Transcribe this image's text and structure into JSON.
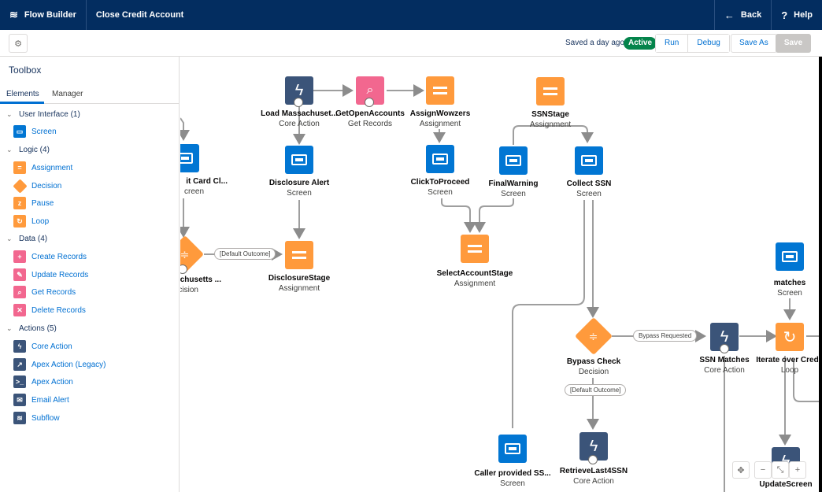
{
  "header": {
    "app_name": "Flow Builder",
    "flow_title": "Close Credit Account",
    "back_label": "Back",
    "help_label": "Help"
  },
  "toolbar": {
    "saved_text": "Saved a day ago",
    "status_badge": "Active",
    "run_label": "Run",
    "debug_label": "Debug",
    "save_as_label": "Save As",
    "save_label": "Save"
  },
  "toolbox": {
    "title": "Toolbox",
    "tabs": [
      "Elements",
      "Manager"
    ],
    "categories": [
      {
        "label": "User Interface (1)",
        "items": [
          {
            "label": "Screen",
            "icon": "screen-icon",
            "color": "#0176d3"
          }
        ]
      },
      {
        "label": "Logic (4)",
        "items": [
          {
            "label": "Assignment",
            "icon": "assignment-icon",
            "color": "#ff9a3c"
          },
          {
            "label": "Decision",
            "icon": "decision-icon",
            "color": "#ff9a3c"
          },
          {
            "label": "Pause",
            "icon": "pause-icon",
            "color": "#ff9a3c"
          },
          {
            "label": "Loop",
            "icon": "loop-icon",
            "color": "#ff9a3c"
          }
        ]
      },
      {
        "label": "Data (4)",
        "items": [
          {
            "label": "Create Records",
            "icon": "create-records-icon",
            "color": "#f2678f"
          },
          {
            "label": "Update Records",
            "icon": "update-records-icon",
            "color": "#f2678f"
          },
          {
            "label": "Get Records",
            "icon": "get-records-icon",
            "color": "#f2678f"
          },
          {
            "label": "Delete Records",
            "icon": "delete-records-icon",
            "color": "#f2678f"
          }
        ]
      },
      {
        "label": "Actions (5)",
        "items": [
          {
            "label": "Core Action",
            "icon": "core-action-icon",
            "color": "#3b5479"
          },
          {
            "label": "Apex Action (Legacy)",
            "icon": "apex-legacy-icon",
            "color": "#3b5479"
          },
          {
            "label": "Apex Action",
            "icon": "apex-action-icon",
            "color": "#3b5479"
          },
          {
            "label": "Email Alert",
            "icon": "email-alert-icon",
            "color": "#3b5479"
          },
          {
            "label": "Subflow",
            "icon": "subflow-icon",
            "color": "#3b5479"
          }
        ]
      }
    ]
  },
  "canvas": {
    "nodes": {
      "load_mass": {
        "name": "Load Massachuset...",
        "type": "Core Action"
      },
      "get_open": {
        "name": "GetOpenAccounts",
        "type": "Get Records"
      },
      "assign_wowzers": {
        "name": "AssignWowzers",
        "type": "Assignment"
      },
      "ssn_stage": {
        "name": "SSNStage",
        "type": "Assignment"
      },
      "credit_card": {
        "name": "it Card Cl...",
        "type": "creen"
      },
      "disclosure_alert": {
        "name": "Disclosure Alert",
        "type": "Screen"
      },
      "click_proceed": {
        "name": "ClickToProceed",
        "type": "Screen"
      },
      "final_warning": {
        "name": "FinalWarning",
        "type": "Screen"
      },
      "collect_ssn": {
        "name": "Collect SSN",
        "type": "Screen"
      },
      "mass_decision": {
        "name": "achusetts ...",
        "type": "cision"
      },
      "disclosure_stage": {
        "name": "DisclosureStage",
        "type": "Assignment"
      },
      "select_account_stage": {
        "name": "SelectAccountStage",
        "type": "Assignment"
      },
      "matches": {
        "name": "matches",
        "type": "Screen"
      },
      "bypass_check": {
        "name": "Bypass Check",
        "type": "Decision"
      },
      "ssn_matches": {
        "name": "SSN Matches",
        "type": "Core Action"
      },
      "iterate_credit": {
        "name": "Iterate over Credit",
        "type": "Loop"
      },
      "caller_ssn": {
        "name": "Caller provided SS...",
        "type": "Screen"
      },
      "retrieve_last4": {
        "name": "RetrieveLast4SSN",
        "type": "Core Action"
      },
      "update_screen": {
        "name": "UpdateScreen",
        "type": ""
      }
    },
    "connector_labels": {
      "default_outcome_1": "[Default Outcome]",
      "bypass_requested": "Bypass Requested",
      "default_outcome_2": "[Default Outcome]"
    }
  },
  "colors": {
    "header_bg": "#032d60",
    "screen": "#0176d3",
    "assignment": "#ff9a3c",
    "records": "#f2678f",
    "action": "#3b5479",
    "active": "#04844b"
  }
}
